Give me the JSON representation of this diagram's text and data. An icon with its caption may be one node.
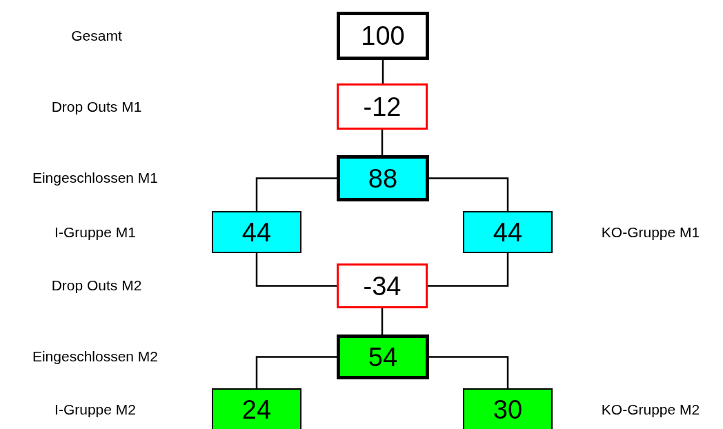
{
  "diagram": {
    "nodes": [
      {
        "text": [
          "100"
        ]
      },
      {
        "text": [
          "-12"
        ]
      },
      {
        "text": [
          "88"
        ]
      },
      {
        "text": [
          "44"
        ]
      },
      {
        "text": [
          "44"
        ],
        "beside": [
          "KO-Gruppe M1"
        ]
      },
      {
        "text": [
          "-34"
        ]
      },
      {
        "text": [
          "54"
        ]
      },
      {
        "text": [
          "24"
        ]
      },
      {
        "text": [
          "30"
        ],
        "beside": [
          "KO-Gruppe M2"
        ]
      }
    ],
    "edges": [
      {
        "from": 0,
        "to": 1,
        "arrow": "none"
      },
      {
        "from": 1,
        "to": 2,
        "arrow": "none"
      },
      {
        "from": 2,
        "to": 3,
        "arrow": "none"
      },
      {
        "from": 2,
        "to": 4,
        "arrow": "none"
      },
      {
        "from": 3,
        "to": 5,
        "arrow": "none"
      },
      {
        "from": 4,
        "to": 5,
        "arrow": "none"
      },
      {
        "from": 5,
        "to": 6,
        "arrow": "none"
      },
      {
        "from": 6,
        "to": 7,
        "arrow": "none"
      },
      {
        "from": 6,
        "to": 8,
        "arrow": "none"
      }
    ],
    "labels": [
      "Gesamt",
      "Drop Outs M1",
      "Eingeschlossen M1",
      "I-Gruppe M1",
      "Drop Outs M2",
      "Eingeschlossen M2",
      "I-Gruppe M2"
    ]
  }
}
